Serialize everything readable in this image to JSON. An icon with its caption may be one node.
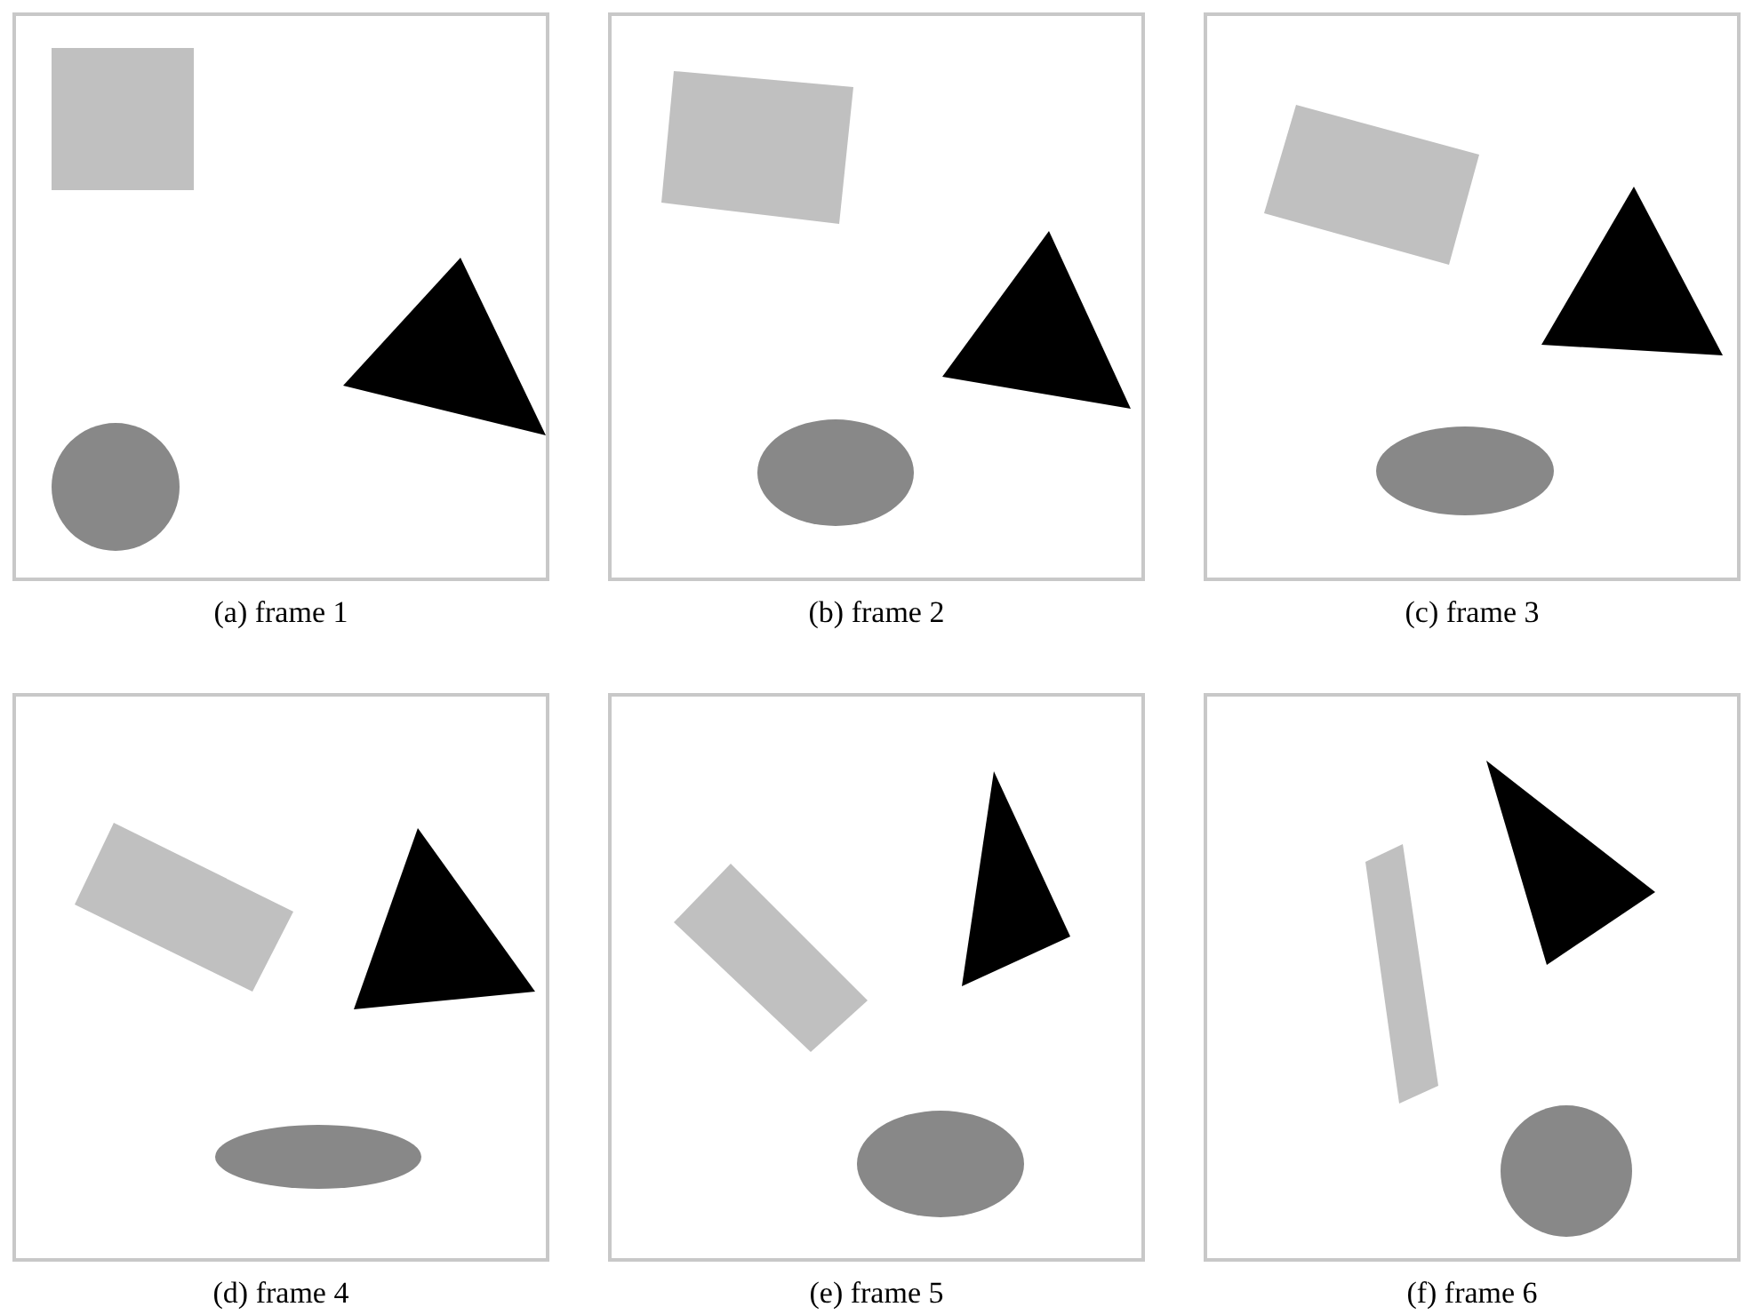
{
  "diagram": {
    "nodes": [
      {
        "text": [
          "(a) frame 1"
        ]
      },
      {
        "text": [
          "(b) frame 2"
        ]
      },
      {
        "text": [
          "(c) frame 3"
        ]
      },
      {
        "text": [
          "(d) frame 4"
        ]
      },
      {
        "text": [
          "(e) frame 5"
        ]
      },
      {
        "text": [
          "(f) frame 6"
        ]
      }
    ]
  }
}
